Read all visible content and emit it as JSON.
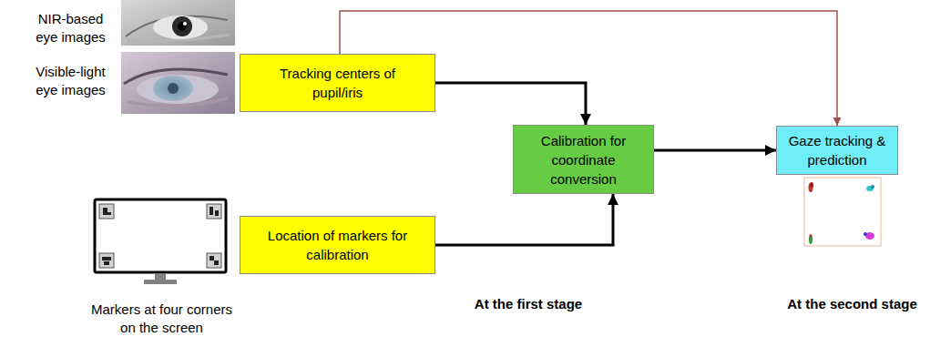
{
  "diagram": {
    "nodes": [
      {
        "text": [
          "Tracking centers of pupil/iris"
        ]
      },
      {
        "text": [
          "Location of markers for calibration"
        ]
      },
      {
        "text": [
          "Calibration for coordinate conversion"
        ]
      },
      {
        "text": [
          "Gaze tracking & prediction"
        ]
      }
    ],
    "edges": [
      {
        "from": 0,
        "to": 2,
        "arrow": "to"
      },
      {
        "from": 1,
        "to": 2,
        "arrow": "to"
      },
      {
        "from": 2,
        "to": 3,
        "arrow": "to"
      },
      {
        "from": 0,
        "to": 3,
        "arrow": "to"
      }
    ],
    "labels": [
      "NIR-based eye images",
      "Visible-light eye images",
      "Markers at four corners on the screen",
      "At the first stage",
      "At the second stage"
    ]
  }
}
